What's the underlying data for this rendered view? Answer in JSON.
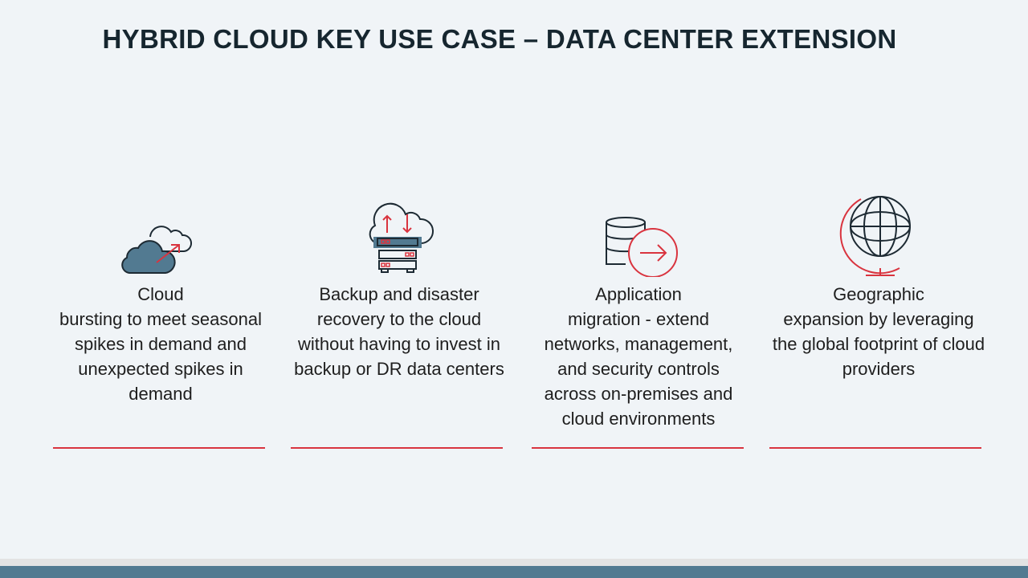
{
  "title": "HYBRID CLOUD KEY USE CASE – DATA CENTER EXTENSION",
  "use_cases": [
    {
      "icon": "cloud-bursting-icon",
      "text": "Cloud\nbursting to meet seasonal spikes in demand and unexpected spikes in demand"
    },
    {
      "icon": "cloud-backup-server-icon",
      "text": "Backup and disaster recovery to the cloud without having to invest in backup or DR data centers"
    },
    {
      "icon": "database-migration-icon",
      "text": "Application\nmigration - extend networks, management, and security controls across on-premises and cloud environments"
    },
    {
      "icon": "globe-icon",
      "text": "Geographic\nexpansion by leveraging the global footprint of cloud providers"
    }
  ],
  "colors": {
    "accent": "#d9343f",
    "brand": "#527a91",
    "background": "#f0f4f7"
  }
}
